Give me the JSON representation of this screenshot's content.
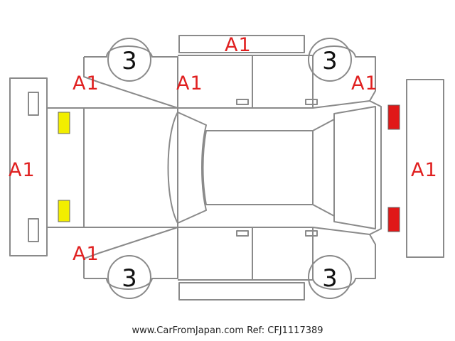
{
  "damage_marks": {
    "roof": "A1",
    "front_left_fender": "A1",
    "front_left_door": "A1",
    "front_right_fender": "A1",
    "front_bumper": "A1",
    "rear_bumper": "A1",
    "rear_left_quarter": "A1"
  },
  "tyres": {
    "front_left": "3",
    "rear_left": "3",
    "front_right": "3",
    "rear_right": "3"
  },
  "lamps": {
    "front_color": "#f2ee00",
    "rear_color": "#e01818"
  },
  "colors": {
    "outline": "#8a8a8a",
    "mark": "#e02020"
  },
  "footer": {
    "text": "www.CarFromJapan.com Ref: CFJ1117389"
  }
}
